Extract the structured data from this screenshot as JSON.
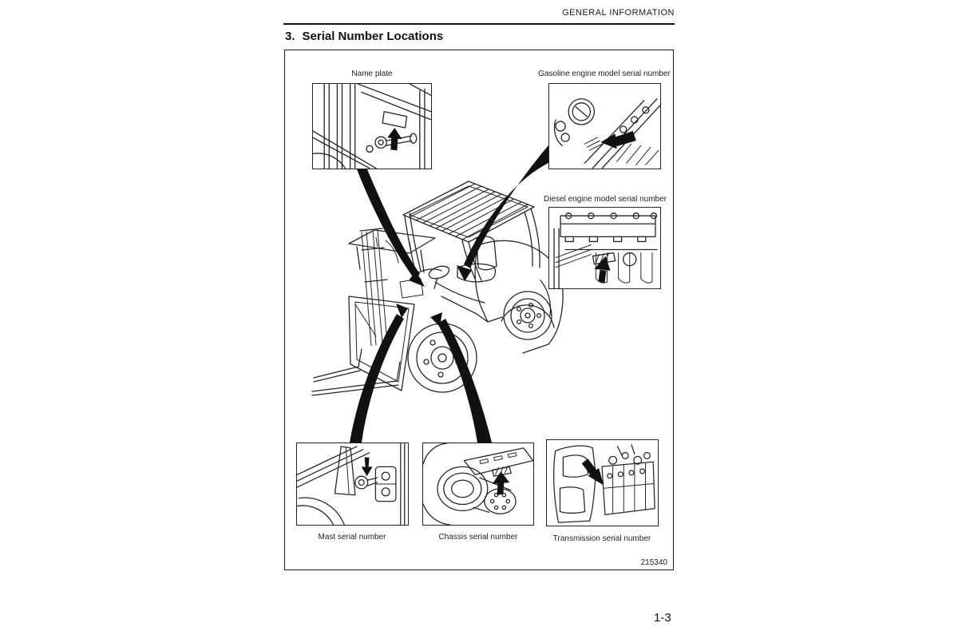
{
  "header": {
    "label": "GENERAL INFORMATION"
  },
  "section": {
    "number": "3.",
    "title": "Serial Number Locations"
  },
  "figure": {
    "figure_number": "215340",
    "callouts": {
      "name_plate": {
        "label": "Name plate"
      },
      "gasoline": {
        "label": "Gasoline engine model serial number"
      },
      "diesel": {
        "label": "Diesel engine model serial number"
      },
      "mast": {
        "label": "Mast serial number"
      },
      "chassis": {
        "label": "Chassis serial number"
      },
      "transmission": {
        "label": "Transmission serial number"
      }
    }
  },
  "footer": {
    "page_number": "1-3"
  },
  "colors": {
    "ink": "#272727",
    "paper": "#ffffff",
    "leader": "#111111"
  }
}
